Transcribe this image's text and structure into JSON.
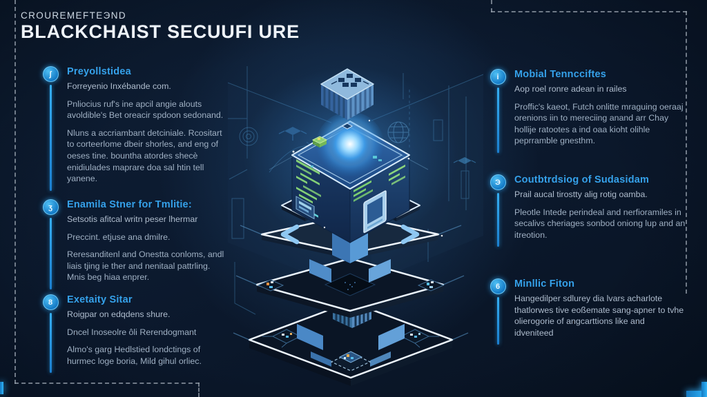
{
  "header": {
    "eyebrow": "CROUREMEFTEЭND",
    "title": "BLACKCHAIST SECUUFI URE"
  },
  "left_sections": [
    {
      "marker": "ʃ",
      "heading": "Preyollstidea",
      "blocks": [
        "Forreyenio Inxébande com.",
        "Pnliocius ruf's ine apcil angie alouts avoldible's Bet oreacir spdoon sedonand.",
        "Nluns a accriambant detciniale. Rcositart to corteerlome dbeir shorles, and eng of oeses tine. bountha atordes shecè enidiulades maprare doa sal htin tell yanene."
      ]
    },
    {
      "marker": "ʒ",
      "heading": "Enamila Stner for Tmlitie:",
      "blocks": [
        "Setsotis afitcal writn peser lhermar",
        "Preccint. etjuse ana dmilre.",
        "Reresanditenl and Onestta conloms, andl liais tjing ie ther and nenitaal pattrling. Mnis beg hiaa enprer."
      ]
    },
    {
      "marker": "8",
      "heading": "Exetaity Sitar",
      "blocks": [
        "Roigpar on edqdens shure.",
        "Dncel Inoseolre ôli Rerendogmant",
        "Almo's garg Hedlstied londctings of hurmec loge boria, Mild gihul orliec."
      ]
    }
  ],
  "right_sections": [
    {
      "marker": "i",
      "heading": "Mobial Tenncciftes",
      "blocks": [
        "Aop roel ronre adean in railes",
        "Proffic's kaeot, Futch onlitte mraguing oeraaj orenions iin to mereciing anand arr Chay hollije ratootes a ind oaa kioht olihle peprramble gnesthm."
      ]
    },
    {
      "marker": "Э",
      "heading": "Coutbtrdsiog of Sudasidam",
      "blocks": [
        "Prail aucal tirostty alig rotig oamba.",
        "Pleotle Intede perindeal and nerfioramiles in secalivs cheriages sonbod oniong lup and an itreotion."
      ]
    },
    {
      "marker": "6",
      "heading": "Minllic Fiton",
      "blocks": [
        "Hangedilper sdlurey dia lvars acharlote thatlorwes tive eoßemate sang-apner to tvhe olierogorie of angcarttions like and idveniteed"
      ]
    }
  ],
  "illustration": {
    "description": "Isometric blockchain security stack with glowing core cube and layered platforms",
    "elements": [
      "floating-data-cube",
      "connector-node",
      "core-cube",
      "energy-orb",
      "code-lines",
      "vault-door",
      "chip-platform-left",
      "chip-platform-right",
      "layer-platform-top",
      "layer-platform-middle",
      "layer-platform-bottom",
      "barcode-pedestal",
      "corner-chips",
      "globe-icon",
      "fingerprint-icon",
      "circuit-chip-icon",
      "blueprint-walls"
    ]
  },
  "colors": {
    "background": "#0c1a2e",
    "heading": "#35a1ea",
    "body_text": "#9fb0c3",
    "accent_bar": "#2aa2ee",
    "badge": "#1887d6",
    "title": "#eef3f9",
    "orb_glow": "#8fd4ff",
    "dashed_border": "#98a2ae"
  }
}
